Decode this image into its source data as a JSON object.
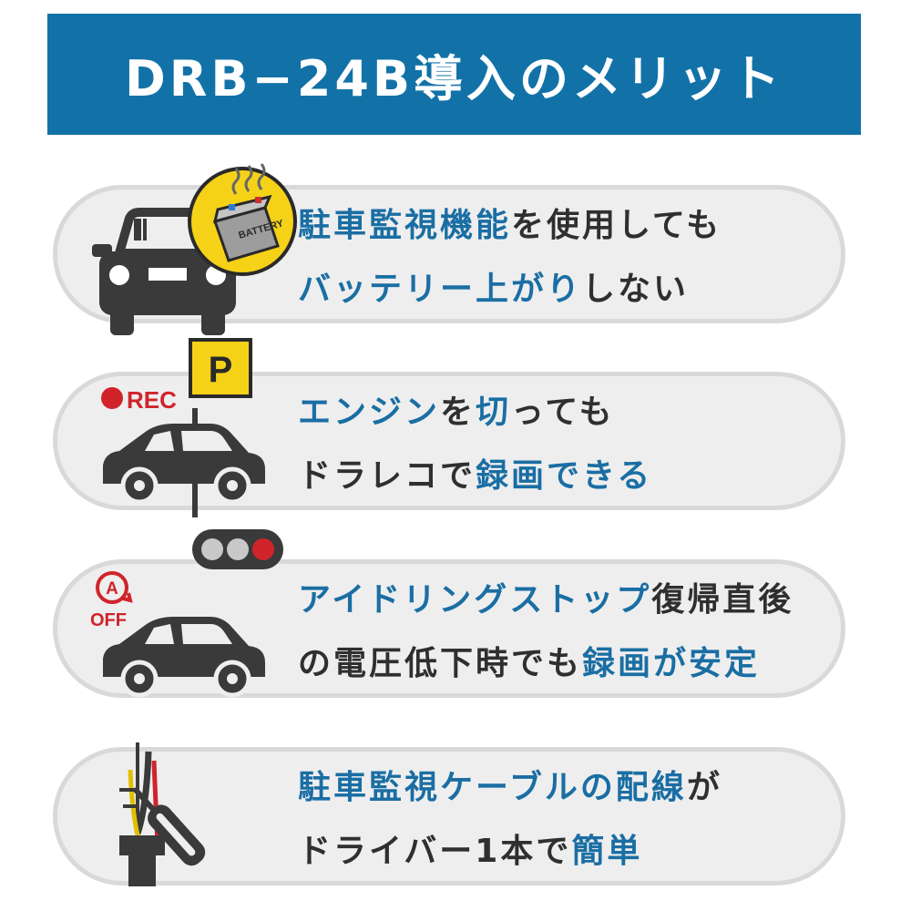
{
  "header": {
    "title": "DRB−24B導入のメリット"
  },
  "colors": {
    "header_bg": "#1272a8",
    "highlight": "#1a6ea3",
    "text": "#2f2f2f",
    "card_bg": "#eeeeef",
    "card_border": "#d9d9db"
  },
  "cards": [
    {
      "icon": "car-battery-icon",
      "battery_label": "BATTERY",
      "line1": [
        {
          "t": "駐車監視機能",
          "hl": true
        },
        {
          "t": "を使用しても",
          "hl": false
        }
      ],
      "line2": [
        {
          "t": "バッテリー上がり",
          "hl": true
        },
        {
          "t": "しない",
          "hl": false
        }
      ]
    },
    {
      "icon": "parking-car-rec-icon",
      "rec_label": "REC",
      "parking_label": "P",
      "line1": [
        {
          "t": "エンジン",
          "hl": true
        },
        {
          "t": "を",
          "hl": false
        },
        {
          "t": "切",
          "hl": true
        },
        {
          "t": "って",
          "hl": false
        },
        {
          "t": "も",
          "hl": true
        }
      ],
      "line2": [
        {
          "t": "ドラレコで",
          "hl": false
        },
        {
          "t": "録画できる",
          "hl": true
        }
      ]
    },
    {
      "icon": "idling-stop-car-icon",
      "auto_label": "A",
      "off_label": "OFF",
      "line1": [
        {
          "t": "アイドリングストップ",
          "hl": true
        },
        {
          "t": "復帰直後",
          "hl": false
        }
      ],
      "line2": [
        {
          "t": "の電圧低下時でも",
          "hl": false
        },
        {
          "t": "録画が安定",
          "hl": true
        }
      ]
    },
    {
      "icon": "wiring-screwdriver-icon",
      "line1": [
        {
          "t": "駐車監視ケーブルの配線",
          "hl": true
        },
        {
          "t": "が",
          "hl": false
        }
      ],
      "line2": [
        {
          "t": "ドライバー1本で",
          "hl": false
        },
        {
          "t": "簡単",
          "hl": true
        }
      ]
    }
  ]
}
